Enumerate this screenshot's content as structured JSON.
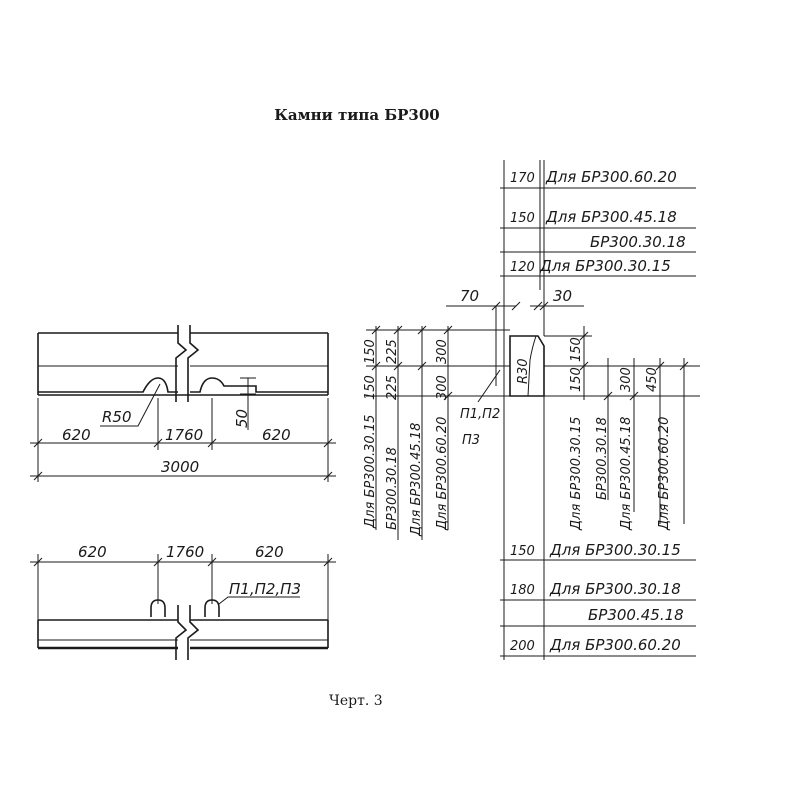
{
  "title": "Камни типа БР300",
  "caption": "Черт. 3",
  "front_view": {
    "notch_radius": "R50",
    "notch_depth": "50",
    "seg_left": "620",
    "seg_mid": "1760",
    "seg_right": "620",
    "total_length": "3000"
  },
  "plan_view": {
    "seg_left": "620",
    "seg_mid": "1760",
    "seg_right": "620",
    "loops_label": "П1,П2,П3"
  },
  "section": {
    "top_rows": [
      {
        "dim": "170",
        "label": "Для БР300.60.20"
      },
      {
        "dim": "150",
        "label": "Для БР300.45.18"
      },
      {
        "dim": "",
        "label": "БР300.30.18"
      },
      {
        "dim": "120",
        "label": "Для БР300.30.15"
      }
    ],
    "dim_70": "70",
    "dim_30": "30",
    "radius": "R30",
    "loops_label_line1": "П1,П2",
    "loops_label_line2": "П3",
    "left_col_1": {
      "a": "150",
      "b": "150",
      "label": "Для БР300.30.15"
    },
    "left_col_2": {
      "a": "225",
      "b": "225",
      "label": "БР300.30.18"
    },
    "left_col_2_label": "Для БР300.45.18",
    "left_col_3": {
      "a": "300",
      "b": "300",
      "label": "Для БР300.60.20"
    },
    "right_top": {
      "a": "150",
      "b": "150"
    },
    "right_col_1_label": "Для БР300.30.15",
    "right_col_2_label": "БР300.30.18",
    "right_col_3": {
      "dim": "300",
      "label": "Для БР300.45.18"
    },
    "right_col_4": {
      "dim": "450",
      "label": "Для БР300.60.20"
    },
    "bottom_rows": [
      {
        "dim": "150",
        "label": "Для БР300.30.15"
      },
      {
        "dim": "180",
        "label": "Для БР300.30.18"
      },
      {
        "dim": "",
        "label": "БР300.45.18"
      },
      {
        "dim": "200",
        "label": "Для БР300.60.20"
      }
    ]
  }
}
